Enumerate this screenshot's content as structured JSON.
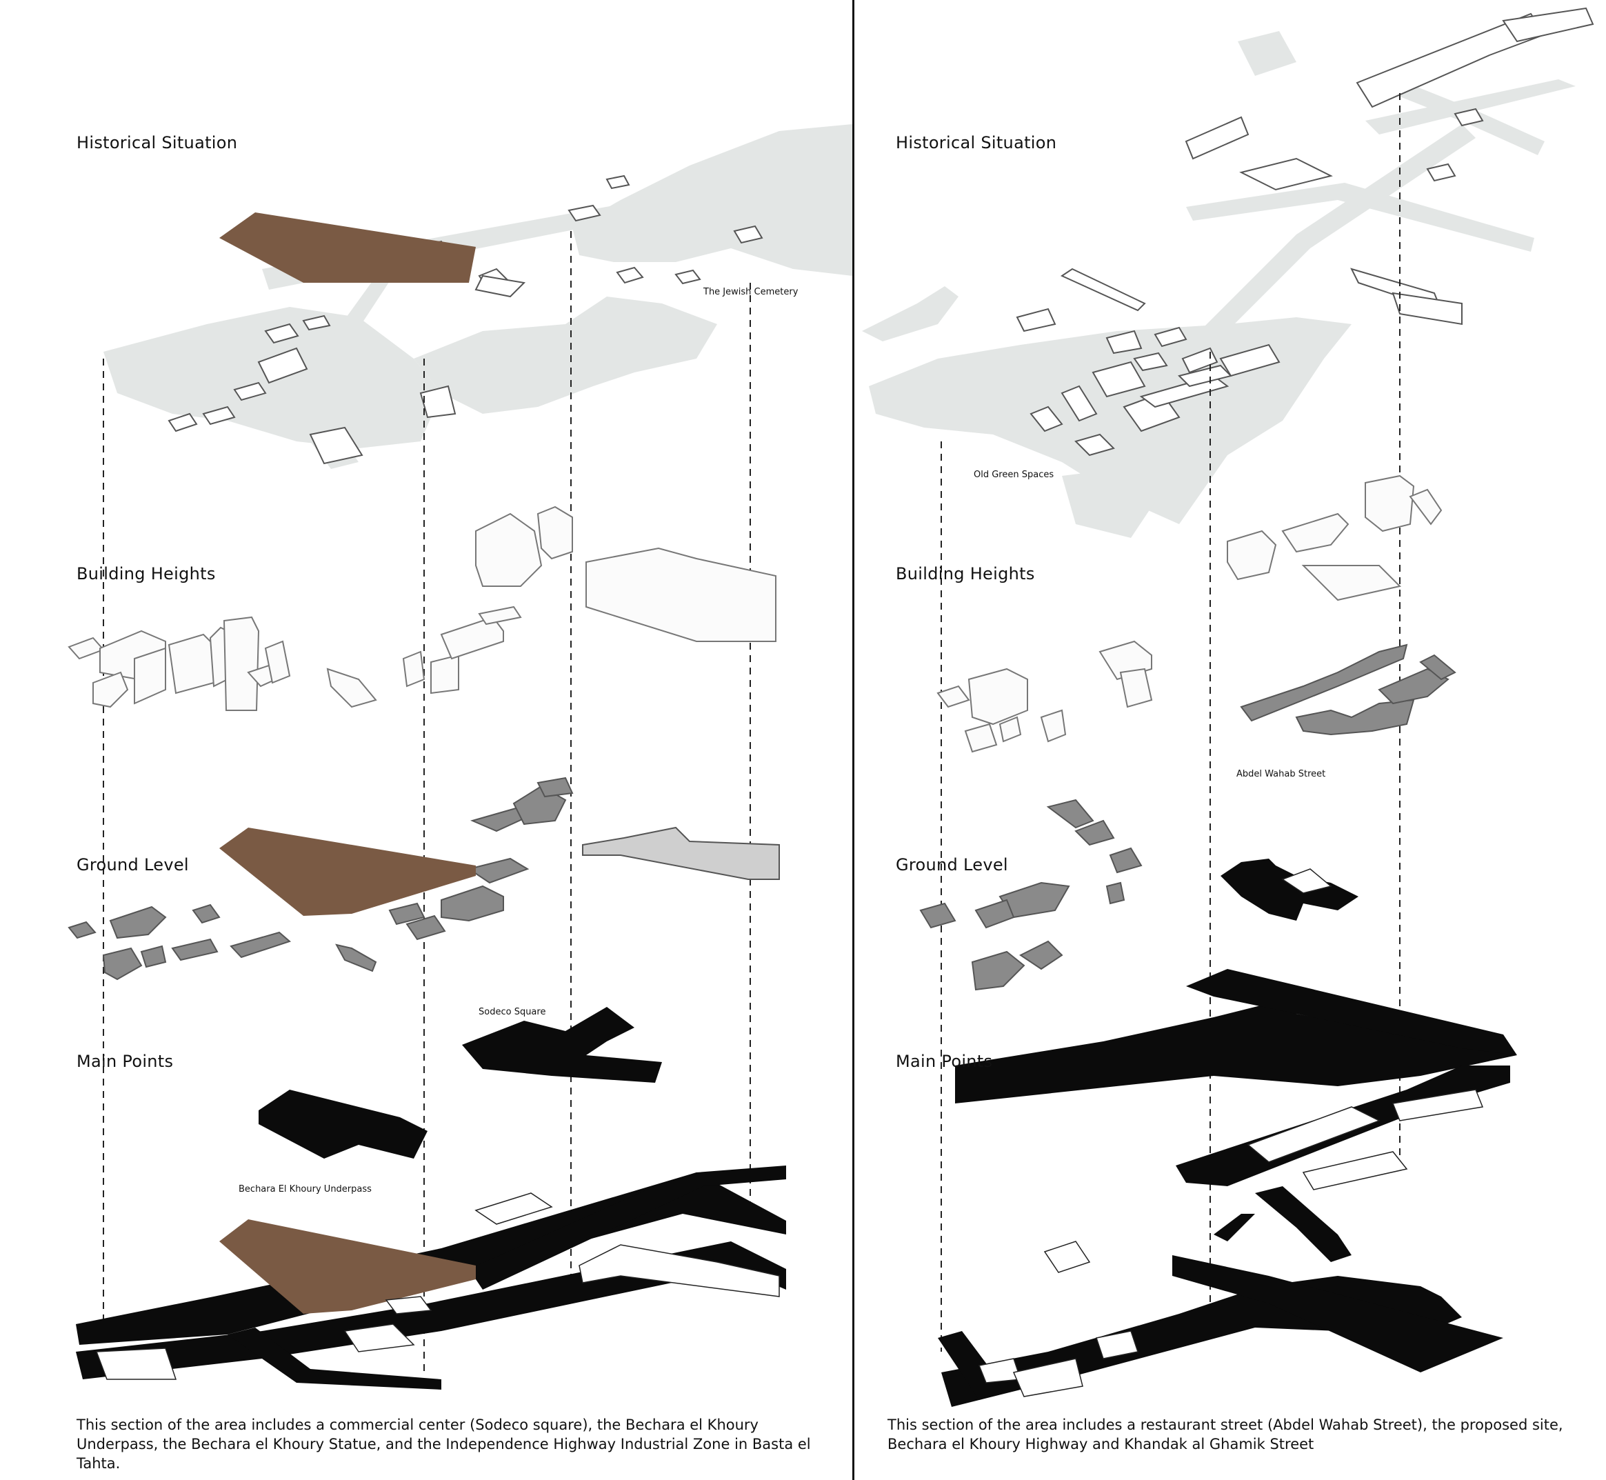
{
  "colors": {
    "background": "#ffffff",
    "historical_fill": "#e3e6e5",
    "brown_site": "#7a5a44",
    "black_roads": "#0b0b0b",
    "ground_blocks": "#7d7d7d",
    "divider": "#111111"
  },
  "left_panel": {
    "layers": {
      "historical": "Historical Situation",
      "heights": "Building Heights",
      "ground": "Ground Level",
      "main": "Main Points"
    },
    "annotations": {
      "jewish_cemetery": "The Jewish Cemetery",
      "sodeco_square": "Sodeco Square",
      "underpass": "Bechara El Khoury Underpass"
    },
    "caption": "This section of the area includes a commercial center (Sodeco square), the Bechara el Khoury Underpass, the Bechara el Khoury Statue, and the Independence Highway Industrial Zone in Basta el Tahta."
  },
  "right_panel": {
    "layers": {
      "historical": "Historical Situation",
      "heights": "Building Heights",
      "ground": "Ground Level",
      "main": "Main Points"
    },
    "annotations": {
      "old_green_spaces": "Old Green Spaces",
      "abdel_wahab": "Abdel Wahab Street"
    },
    "caption": "This section of the area includes a restaurant street (Abdel Wahab Street), the proposed site, Bechara el Khoury Highway and Khandak al Ghamik Street"
  }
}
